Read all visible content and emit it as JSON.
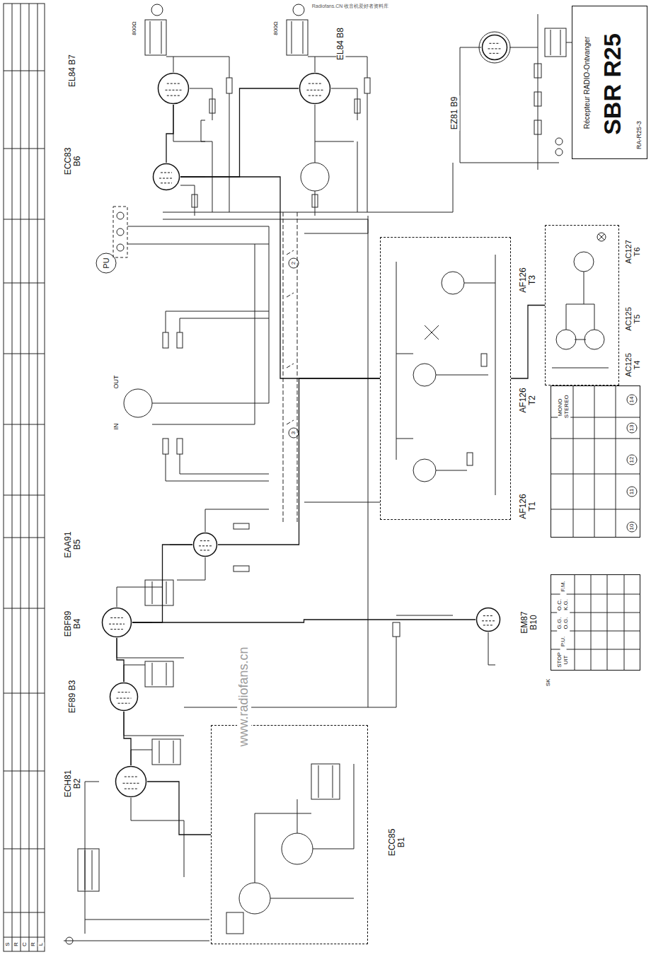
{
  "diagram": {
    "nodes": [
      {
        "text": [
          "SBR R25",
          "Récepteur RADIO-Ontvanger",
          "RA-R25-3"
        ]
      },
      {
        "text": [
          "EZ81 B9"
        ]
      },
      {
        "text": [
          "EL84 B7"
        ]
      },
      {
        "text": [
          "EL84 B8"
        ]
      },
      {
        "text": [
          "ECC83 B6"
        ]
      },
      {
        "text": [
          "EAA91 B5"
        ]
      },
      {
        "text": [
          "EBF89 B4"
        ]
      },
      {
        "text": [
          "EF89 B3"
        ]
      },
      {
        "text": [
          "ECH81 B2"
        ]
      },
      {
        "text": [
          "EM87 B10"
        ]
      },
      {
        "text": [
          "ECC85 B1"
        ]
      },
      {
        "text": [
          "AF126 T3",
          "AF126 T2",
          "AF126 T1"
        ]
      },
      {
        "text": [
          "AC127 T6",
          "AC125 T5",
          "AC125 T4"
        ]
      },
      {
        "text": [
          "STOP UIT",
          "P.U.",
          "G.G. O.G.",
          "O.C. K.G.",
          "F.M."
        ]
      },
      {
        "text": [
          "MONO STEREO"
        ]
      }
    ],
    "edges": [
      {
        "from": 10,
        "to": 8,
        "arrow": "none"
      },
      {
        "from": 8,
        "to": 7,
        "arrow": "none"
      },
      {
        "from": 7,
        "to": 6,
        "arrow": "none"
      },
      {
        "from": 6,
        "to": 5,
        "arrow": "none"
      },
      {
        "from": 6,
        "to": 9,
        "arrow": "none"
      },
      {
        "from": 5,
        "to": 11,
        "arrow": "none"
      },
      {
        "from": 11,
        "to": 12,
        "arrow": "none"
      },
      {
        "from": 11,
        "to": 4,
        "arrow": "none"
      },
      {
        "from": 4,
        "to": 2,
        "arrow": "none"
      },
      {
        "from": 4,
        "to": 3,
        "arrow": "none"
      }
    ],
    "labels": [
      "PU",
      "OUT",
      "IN",
      "www.radiofans.cn",
      "Radiofans.CN 收音机爱好者资料库",
      "10",
      "11",
      "12",
      "13",
      "14",
      "2",
      "3",
      "800Ω",
      "800Ω",
      "S",
      "R",
      "C",
      "R",
      "L",
      "SK"
    ]
  }
}
